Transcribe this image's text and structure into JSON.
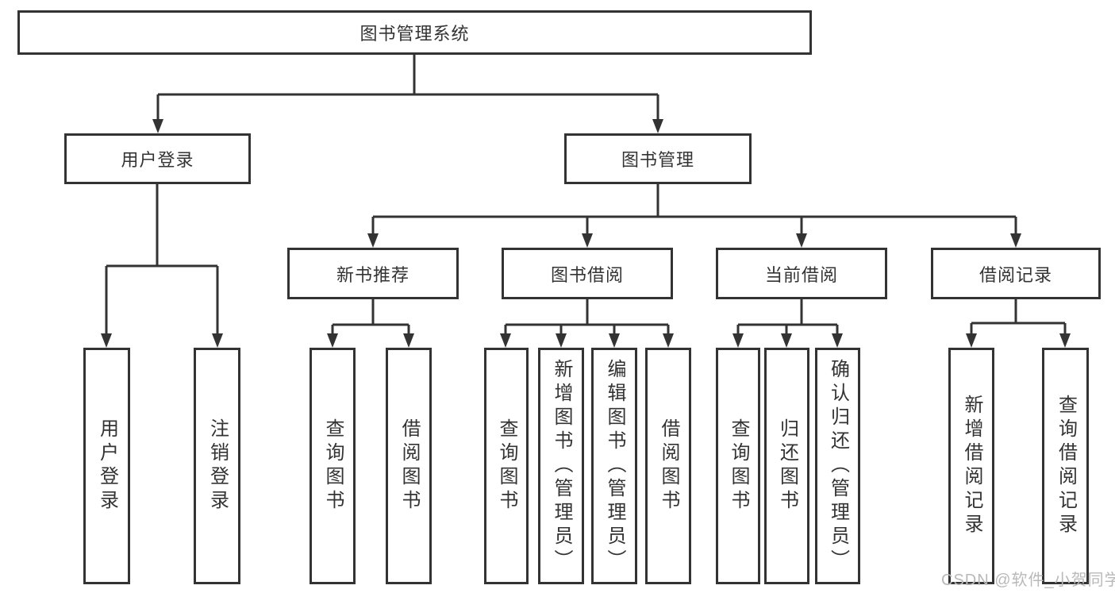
{
  "diagram": {
    "type": "function-structure-tree",
    "root": {
      "label": "图书管理系统"
    },
    "level2": {
      "user_login": {
        "label": "用户登录"
      },
      "book_mgmt": {
        "label": "图书管理"
      }
    },
    "level3": {
      "new_book_rec": {
        "label": "新书推荐",
        "parent": "图书管理"
      },
      "book_borrow": {
        "label": "图书借阅",
        "parent": "图书管理"
      },
      "current_borrow": {
        "label": "当前借阅",
        "parent": "图书管理"
      },
      "borrow_records": {
        "label": "借阅记录",
        "parent": "图书管理"
      }
    },
    "leaves": {
      "leaf_user_login": {
        "label": "用户登录",
        "parent": "用户登录"
      },
      "leaf_logout": {
        "label": "注销登录",
        "parent": "用户登录"
      },
      "leaf_nbr_query": {
        "label": "查询图书",
        "parent": "新书推荐"
      },
      "leaf_nbr_borrow": {
        "label": "借阅图书",
        "parent": "新书推荐"
      },
      "leaf_bb_query": {
        "label": "查询图书",
        "parent": "图书借阅"
      },
      "leaf_bb_add": {
        "label": "新增图书（管理员）",
        "parent": "图书借阅"
      },
      "leaf_bb_edit": {
        "label": "编辑图书（管理员）",
        "parent": "图书借阅"
      },
      "leaf_bb_borrow": {
        "label": "借阅图书",
        "parent": "图书借阅"
      },
      "leaf_cb_query": {
        "label": "查询图书",
        "parent": "当前借阅"
      },
      "leaf_cb_return": {
        "label": "归还图书",
        "parent": "当前借阅"
      },
      "leaf_cb_confirm": {
        "label": "确认归还（管理员）",
        "parent": "当前借阅"
      },
      "leaf_br_add": {
        "label": "新增借阅记录",
        "parent": "借阅记录"
      },
      "leaf_br_query": {
        "label": "查询借阅记录",
        "parent": "借阅记录"
      }
    },
    "colors": {
      "line": "#333333",
      "box_border": "#333333",
      "text": "#333333",
      "background": "#ffffff",
      "watermark": "#b9b9b9"
    }
  },
  "watermark": {
    "text": "CSDN @软件_小贺同学"
  }
}
